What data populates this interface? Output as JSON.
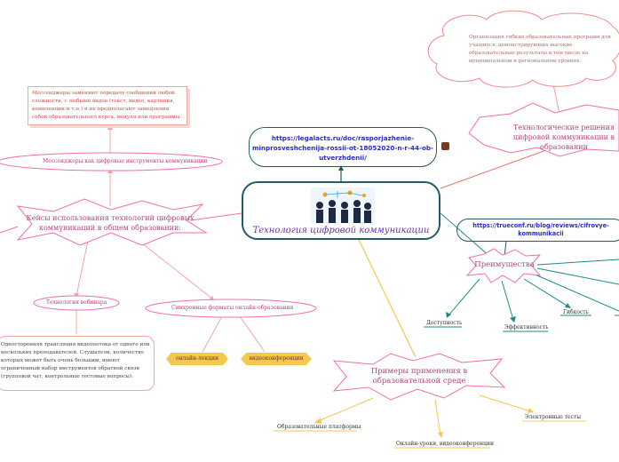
{
  "central": {
    "title": "Технология цифровой коммуникации"
  },
  "url_top": {
    "text": "https://legalacts.ru/doc/rasporjazhenie-minprosveshchenija-rossii-ot-18052020-n-r-44-ob-utverzhdenii/"
  },
  "url_right": {
    "text": "https://trueconf.ru/blog/reviews/cifrovye-kommunikacii"
  },
  "cloud_top": {
    "text": "Организация гибких образовательных программ для учащихся, демонстрирующих высокие образовательные результаты в том числе на муниципальном и региональном уровнях."
  },
  "tech_solutions": {
    "label": "Технологические решения цифровой коммуникации в образовании"
  },
  "cases": {
    "label": "Кейсы использования технологий цифровых коммуникаций в общем образовании:"
  },
  "messengers": {
    "label": "Мессенджеры как цифровые инструменты коммуникации",
    "note": "Мессенджеры заменяют передачу сообщений любой сложности, с любыми видов (текст, видео, картинки, комплекции и т.п.) и не предполагают замедления собой образовательного курса, модуля или программы."
  },
  "webinar": {
    "label": "Технология вебинара",
    "note": "Односторонняя трансляция видеопотока от одного или нескольких преподавателей. Слушатели, количество которых может быть очень большим, имеют ограниченный набор инструментов обратной связи (групповой чат, контрольные тестовые вопросы)."
  },
  "sync": {
    "label": "Синхронные форматы онлайн-образования",
    "online": "онлайн-лекции",
    "video": "видеоконференции"
  },
  "advantages": {
    "label": "Преимущества",
    "items": [
      "Доступность",
      "Эффективность",
      "Гибкость"
    ]
  },
  "examples": {
    "label": "Примеры применения в образовательной среде",
    "items": [
      "Образовательные платформы",
      "Онлайн-уроки, видеоконференции",
      "Электронные тесты"
    ]
  },
  "colors": {
    "teal": "#1f5e66",
    "pink": "#f06fa8",
    "salmon": "#f3a7a0",
    "gold": "#f2c94c",
    "purple": "#6a2fb3"
  }
}
